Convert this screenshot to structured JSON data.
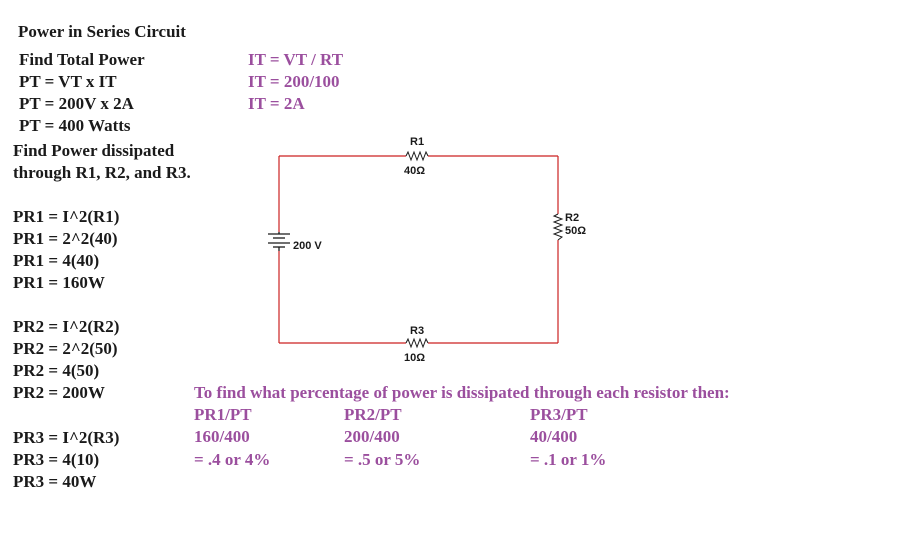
{
  "title": "Power in Series Circuit",
  "total_power": {
    "heading": "Find Total Power",
    "lines": [
      "PT = VT x IT",
      "PT = 200V x 2A",
      "PT = 400 Watts"
    ]
  },
  "current": {
    "lines": [
      "IT = VT / RT",
      "IT = 200/100",
      "IT = 2A"
    ]
  },
  "dissipated_heading": [
    "Find Power dissipated",
    "through R1, R2, and R3."
  ],
  "pr1": [
    "PR1 = I^2(R1)",
    "PR1 = 2^2(40)",
    "PR1 = 4(40)",
    "PR1 = 160W"
  ],
  "pr2": [
    "PR2 = I^2(R2)",
    "PR2 = 2^2(50)",
    "PR2 = 4(50)",
    "PR2 = 200W"
  ],
  "pr3": [
    "PR3 = I^2(R3)",
    "PR3 = 4(10)",
    "PR3 = 40W"
  ],
  "circuit": {
    "source": "200 V",
    "r1": {
      "name": "R1",
      "value": "40Ω"
    },
    "r2": {
      "name": "R2",
      "value": "50Ω"
    },
    "r3": {
      "name": "R3",
      "value": "10Ω"
    },
    "wire_color": "#cc2222",
    "component_color": "#1a1a1a"
  },
  "percentage": {
    "heading": "To find what percentage of power is dissipated through each resistor then:",
    "cols": [
      [
        "PR1/PT",
        "160/400",
        "= .4 or 4%"
      ],
      [
        "PR2/PT",
        "200/400",
        "= .5 or 5%"
      ],
      [
        "PR3/PT",
        "40/400",
        "= .1 or 1%"
      ]
    ]
  },
  "colors": {
    "accent": "#9b4f9e",
    "text": "#1a1a1a"
  }
}
